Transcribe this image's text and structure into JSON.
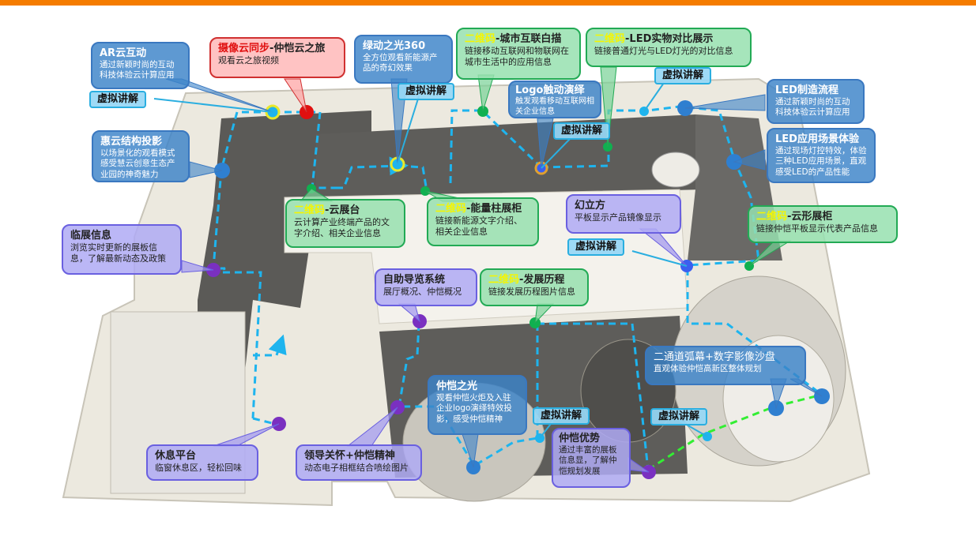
{
  "header_bar_color": "#f57c00",
  "legend_colors": {
    "blue": "#3a82c8",
    "green": "#22aa55",
    "violet": "#7a60d8",
    "red": "#d02020",
    "cyan": "#2aaee0",
    "qr_highlight": "#f5f500"
  },
  "virtual_guide_label": "虚拟讲解",
  "callouts": {
    "ar_cloud": {
      "title": "AR云互动",
      "desc": "通过新颖时尚的互动科技体验云计算应用"
    },
    "camera_cloud": {
      "title_highlight": "摄像云同步",
      "title_rest": "-仲恺云之旅",
      "desc": "观看云之旅视频"
    },
    "green_light": {
      "title": "绿动之光360",
      "desc": "全方位观看新能源产品的奇幻效果"
    },
    "qr_city": {
      "title_highlight": "二维码",
      "title_rest": "-城市互联白描",
      "desc": "链接移动互联网和物联网在城市生活中的应用信息"
    },
    "qr_led_compare": {
      "title_highlight": "二维码",
      "title_rest": "-LED实物对比展示",
      "desc": "链接普通灯光与LED灯光的对比信息"
    },
    "logo_touch": {
      "title": "Logo触动演绎",
      "desc": "触发观看移动互联网相关企业信息"
    },
    "led_process": {
      "title": "LED制造流程",
      "desc": "通过新颖时尚的互动科技体验云计算应用"
    },
    "led_scene": {
      "title": "LED应用场景体验",
      "desc": "通过现场灯控特效，体验三种LED应用场景，直观感受LED的产品性能"
    },
    "hui_cloud": {
      "title": "惠云结构投影",
      "desc": "以场景化的观看模式感受慧云创意生态产业园的神奇魅力"
    },
    "temp_exhibit": {
      "title": "临展信息",
      "desc": "浏览实时更新的展板信息，了解最新动态及政策"
    },
    "qr_cloud_stand": {
      "title_highlight": "二维码",
      "title_rest": "-云展台",
      "desc": "云计算产业终端产品的文字介绍、相关企业信息"
    },
    "qr_energy": {
      "title_highlight": "二维码",
      "title_rest": "-能量柱展柜",
      "desc": "链接新能源文字介绍、相关企业信息"
    },
    "magic_cube": {
      "title": "幻立方",
      "desc": "平板显示产品镜像显示"
    },
    "qr_cloud_cabinet": {
      "title_highlight": "二维码",
      "title_rest": "-云形展柜",
      "desc": "链接仲恺平板显示代表产品信息"
    },
    "self_guide": {
      "title": "自助导览系统",
      "desc": "展厅概况、仲恺概况"
    },
    "qr_history": {
      "title_highlight": "二维码",
      "title_rest": "-发展历程",
      "desc": "链接发展历程图片信息"
    },
    "dual_channel": {
      "title": "二通道弧幕+数字影像沙盘",
      "desc": "直观体验仲恺高新区整体规划"
    },
    "zhongkai_light": {
      "title": "仲恺之光",
      "desc": "观看仲恺火炬及入驻企业logo演绎特效投影，感受仲恺精神"
    },
    "zhongkai_advantage": {
      "title": "仲恺优势",
      "desc": "通过丰富的展板信息显，了解仲恺规划发展"
    },
    "rest_platform": {
      "title": "休息平台",
      "desc": "临窗休息区，轻松回味"
    },
    "leader_care": {
      "title": "领导关怀+仲恺精神",
      "desc": "动态电子相框结合喷绘图片"
    }
  }
}
